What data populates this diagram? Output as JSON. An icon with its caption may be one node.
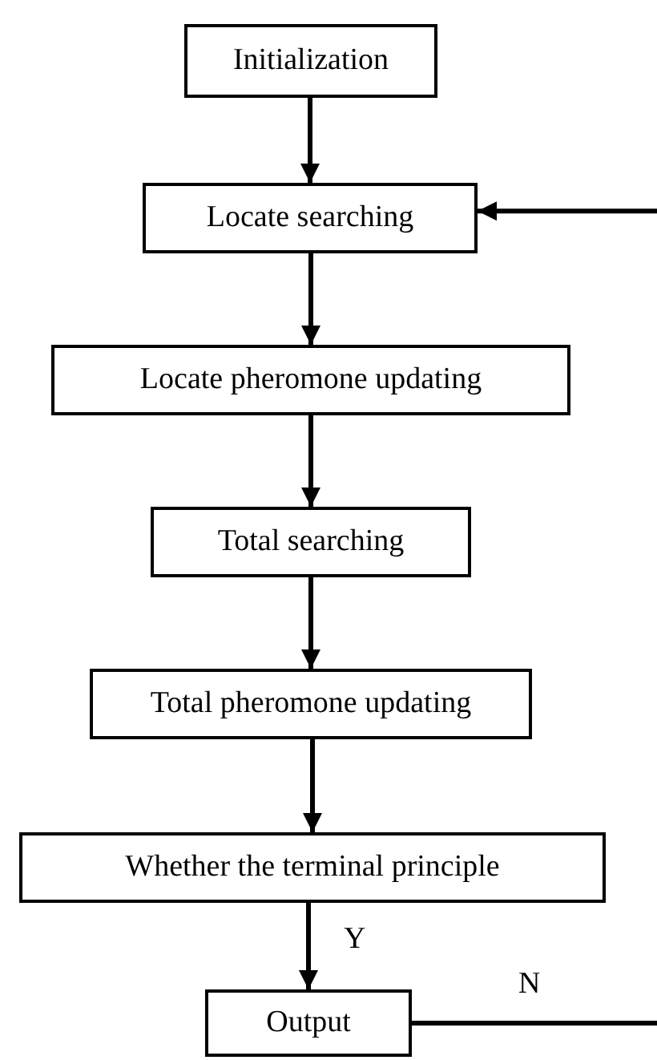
{
  "diagram": {
    "nodes": [
      {
        "text": [
          "Initialization"
        ]
      },
      {
        "text": [
          "Locate searching"
        ]
      },
      {
        "text": [
          "Locate pheromone updating"
        ]
      },
      {
        "text": [
          "Total searching"
        ]
      },
      {
        "text": [
          "Total pheromone updating"
        ]
      },
      {
        "text": [
          "Whether the terminal principle"
        ]
      },
      {
        "text": [
          "Output"
        ]
      }
    ],
    "edges": [
      {
        "from": 0,
        "to": 1,
        "arrow": "to"
      },
      {
        "from": 1,
        "to": 2,
        "arrow": "to"
      },
      {
        "from": 2,
        "to": 3,
        "arrow": "to"
      },
      {
        "from": 3,
        "to": 4,
        "arrow": "to"
      },
      {
        "from": 4,
        "to": 5,
        "arrow": "to"
      },
      {
        "from": 5,
        "to": 6,
        "arrow": "to",
        "label": "Y"
      },
      {
        "from": 6,
        "to": null,
        "arrow": "none",
        "label": "N"
      },
      {
        "from": null,
        "to": 1,
        "arrow": "to"
      }
    ]
  }
}
